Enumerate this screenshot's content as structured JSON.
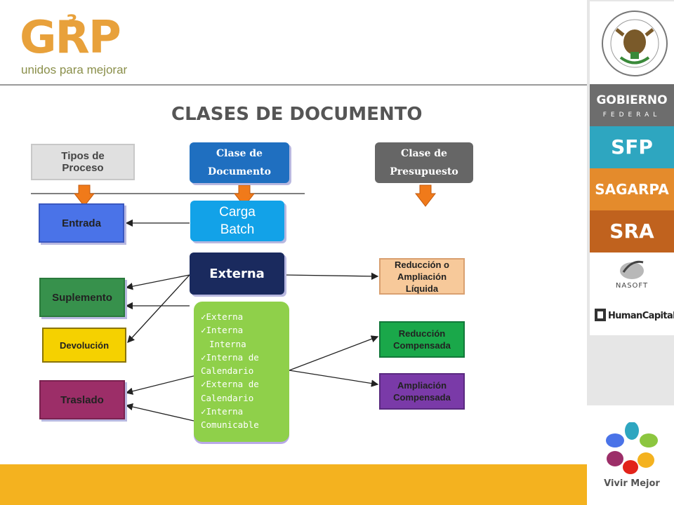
{
  "brand": {
    "logo_main": "G",
    "logo_main_rest": "RP",
    "logo_superscript": "3",
    "tagline": "unidos para mejorar"
  },
  "title": "CLASES DE DOCUMENTO",
  "diagram": {
    "left_column": {
      "header": "Tipos de Proceso",
      "items": [
        "Entrada",
        "Suplemento",
        "Devolución",
        "Traslado"
      ]
    },
    "middle_column": {
      "header_line1": "Clase de",
      "header_line2": "Documento",
      "carga_line1": "Carga",
      "carga_line2": "Batch",
      "externa": "Externa",
      "list_items": [
        "Externa",
        "Interna",
        "Interna",
        "Interna de",
        "Calendario",
        "Externa de",
        "Calendario",
        "Interna",
        "Comunicable"
      ]
    },
    "right_column": {
      "header_line1": "Clase de",
      "header_line2": "Presupuesto",
      "reduccion_ampliacion": [
        "Reducción o",
        "Ampliación",
        "Líquida"
      ],
      "reduccion_compensada": [
        "Reducción",
        "Compensada"
      ],
      "ampliacion_compensada": [
        "Ampliación",
        "Compensada"
      ]
    }
  },
  "sidebar": {
    "gobierno": "GOBIERNO",
    "federal": "FEDERAL",
    "sfp": "SFP",
    "sagarpa": "SAGARPA",
    "sra": "SRA",
    "nasoft": "NASOFT",
    "humancapital": "HumanCapital",
    "vivir_mejor": "Vivir Mejor"
  },
  "colors": {
    "accent_orange": "#e8a13b",
    "arrow_orange": "#f07a1a",
    "footer": "#f4b21f"
  }
}
